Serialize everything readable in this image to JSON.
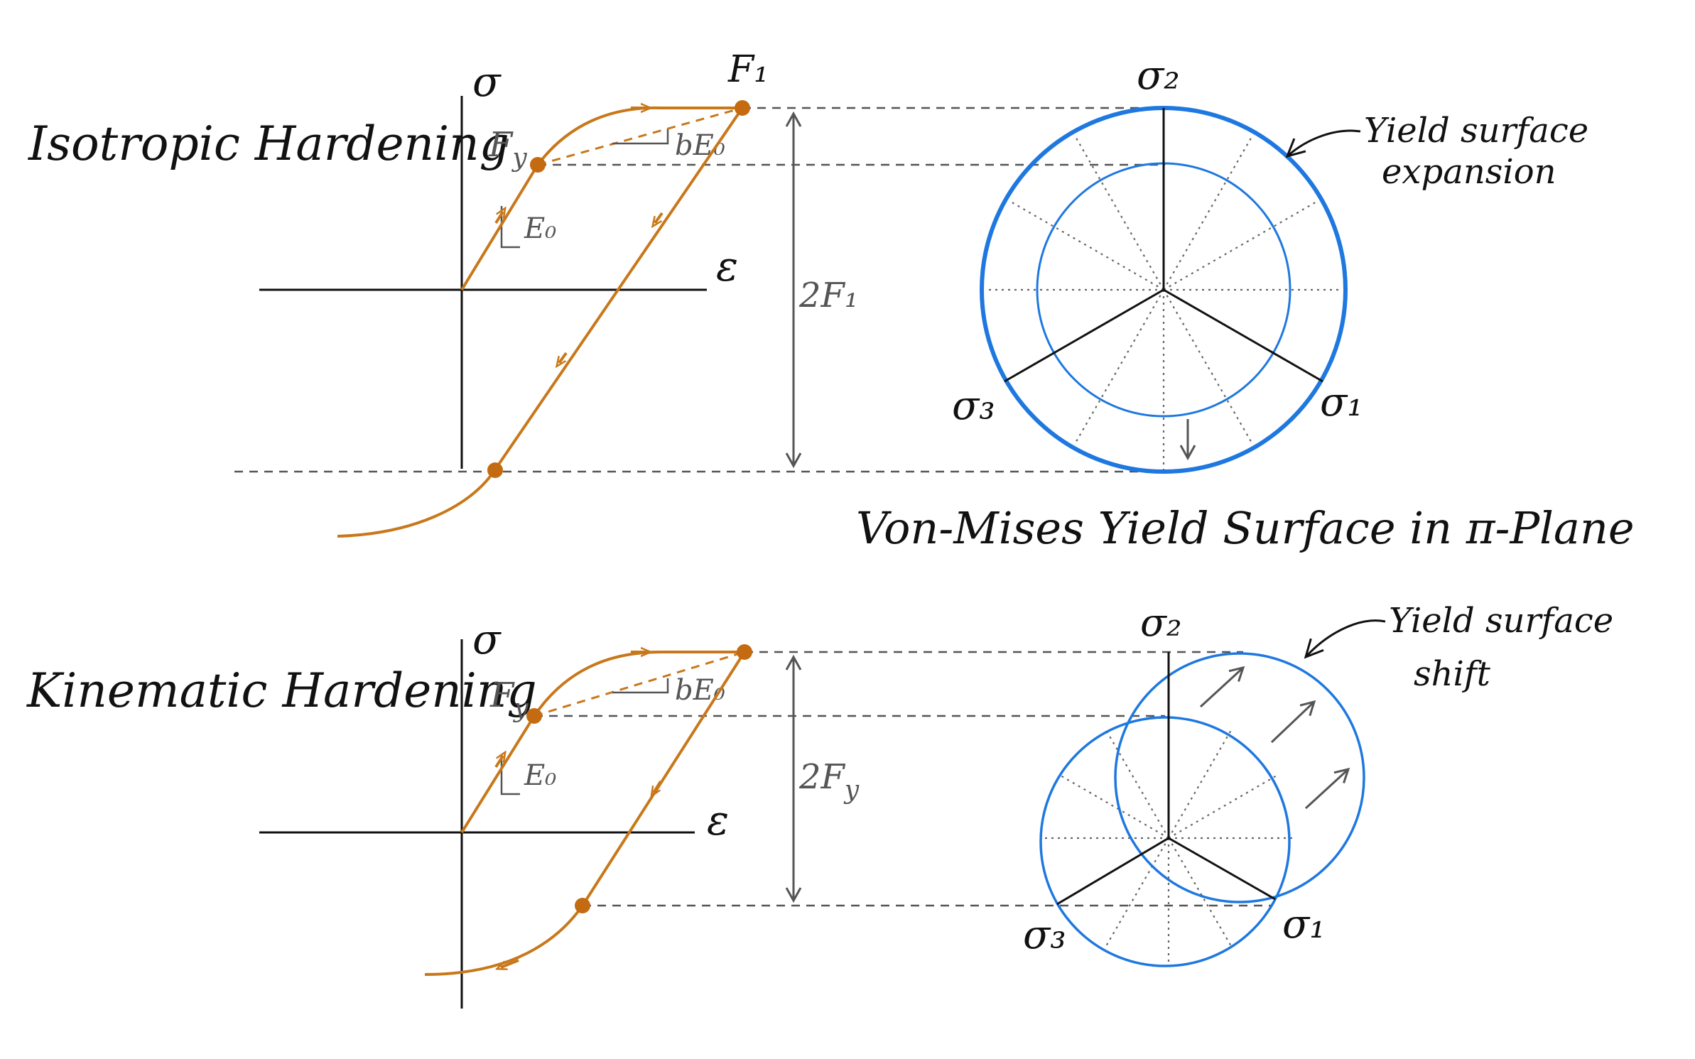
{
  "colors": {
    "curve": "#C8781A",
    "curve_point": "#C46A10",
    "blue": "#1E78E0",
    "axis": "#111111",
    "dashed": "#555555",
    "dotted": "#666666",
    "grey_text": "#555555"
  },
  "top": {
    "title": "Isotropic Hardening",
    "axis_sigma": "σ",
    "axis_eps": "ε",
    "label_F1": "F₁",
    "label_Fy": "F",
    "label_Fy_sub": "y",
    "label_E0": "E₀",
    "label_bE0": "bE₀",
    "dim_label": "2F₁",
    "axis_s2": "σ₂",
    "axis_s1": "σ₁",
    "axis_s3": "σ₃",
    "annotation_line1": "Yield surface",
    "annotation_line2": "expansion",
    "caption": "Von-Mises Yield Surface in π-Plane"
  },
  "bottom": {
    "title": "Kinematic Hardening",
    "axis_sigma": "σ",
    "axis_eps": "ε",
    "label_Fy": "F",
    "label_Fy_sub": "y",
    "label_E0": "E₀",
    "label_bE0": "bE₀",
    "dim_label": "2F",
    "dim_label_sub": "y",
    "axis_s2": "σ₂",
    "axis_s1": "σ₁",
    "axis_s3": "σ₃",
    "annotation_line1": "Yield surface",
    "annotation_line2": "shift"
  }
}
